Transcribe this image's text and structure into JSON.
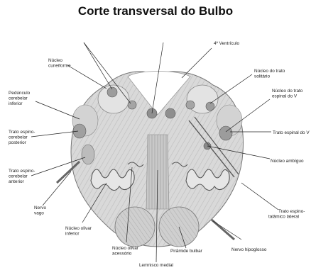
{
  "title": "Corte transversal do Bulbo",
  "labels": {
    "quarto_ventriculo": "4º Ventrículo",
    "nucleo_cuneiforme": [
      "Núcleo",
      "cuneiforme"
    ],
    "nucleo_trato_solitario": [
      "Núcleo do trato",
      "solitário"
    ],
    "pedunculo_cerebelar_inferior": [
      "Pedúnculo",
      "cerebelar",
      "inferior"
    ],
    "nucleo_trato_espinal_v": [
      "Núcleo do trato",
      "espinal do V"
    ],
    "trato_espinal_v": "Trato espinal do V",
    "trato_espinocerebelar_posterior": [
      "Trato espino-",
      "cerebelar",
      "posterior"
    ],
    "nucleo_ambiguo": "Núcleo ambíguo",
    "trato_espinocerebelar_anterior": [
      "Trato espino-",
      "cerebelar",
      "anterior"
    ],
    "nervo_vago": [
      "Nervo",
      "vago"
    ],
    "trato_espinotalamico_lateral": [
      "Trato espino-",
      "talâmico lateral"
    ],
    "nucleo_olivar_inferior": [
      "Núcleo olivar",
      "inferior"
    ],
    "nucleo_olivar_acessorio": [
      "Núcleo olivar",
      "acessório"
    ],
    "piramide_bulbar": "Pirâmide bulbar",
    "nervo_hipoglosso": "Nervo hipoglosso",
    "lemnisco_medial": "Lemnisco medial"
  }
}
